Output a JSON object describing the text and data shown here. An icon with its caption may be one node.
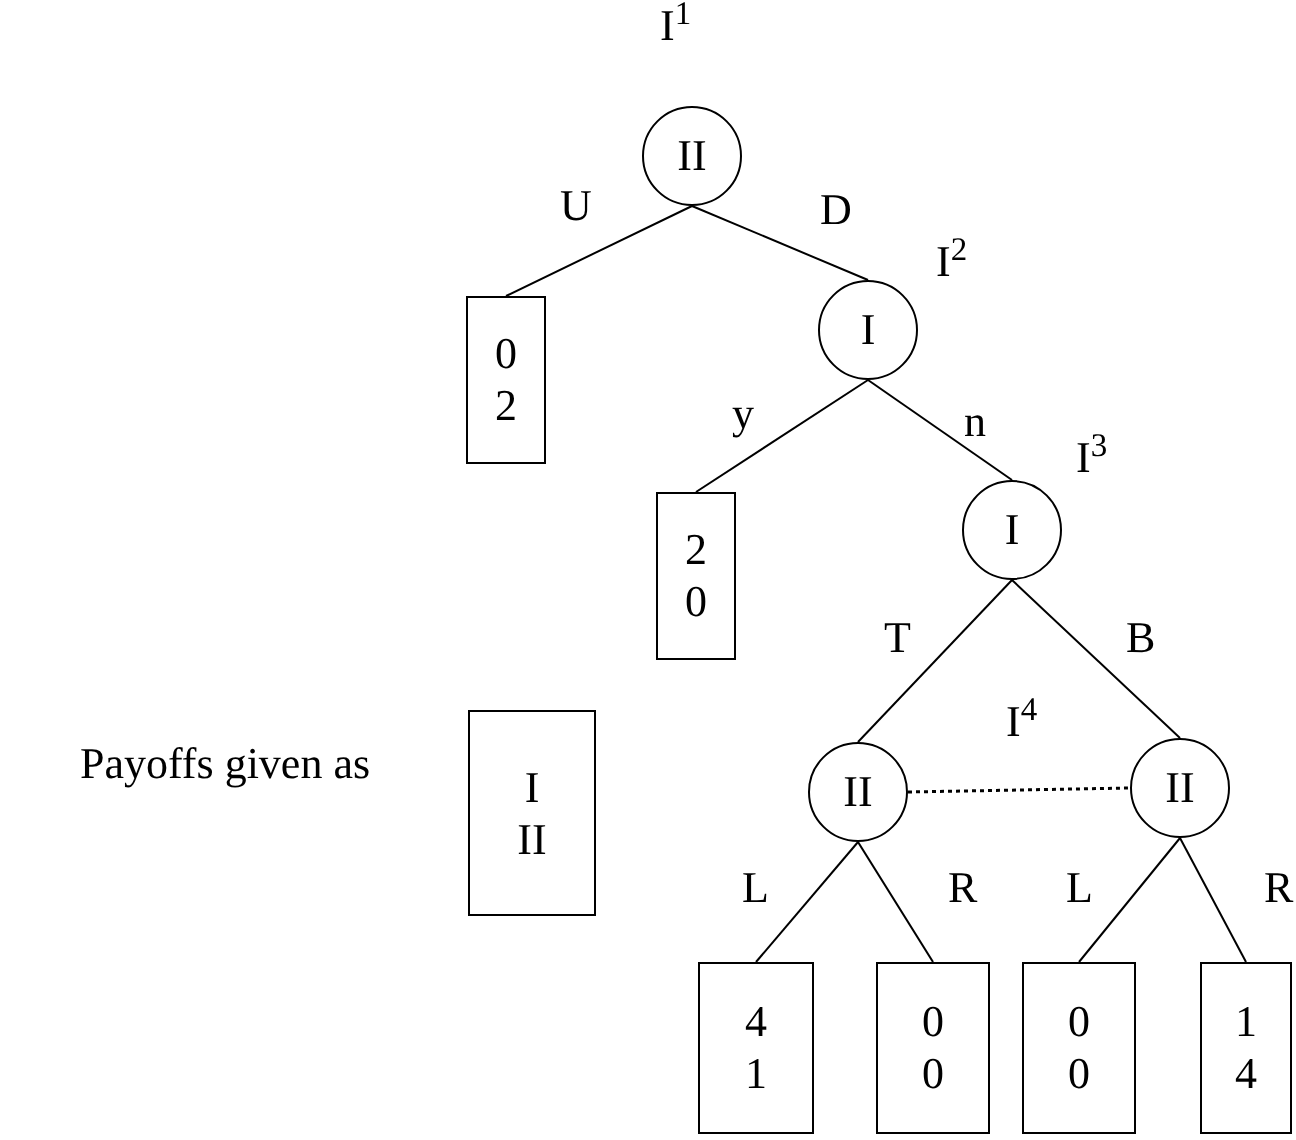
{
  "diagram": {
    "nodes": [
      {
        "text": [
          "II"
        ],
        "beside": [
          "I$^{1}$"
        ]
      },
      {
        "text": [
          "0",
          "2"
        ]
      },
      {
        "text": [
          "I"
        ],
        "beside": [
          "I$^{2}$"
        ]
      },
      {
        "text": [
          "2",
          "0"
        ]
      },
      {
        "text": [
          "I"
        ],
        "beside": [
          "I$^{3}$"
        ]
      },
      {
        "text": [
          "II"
        ]
      },
      {
        "text": [
          "II"
        ]
      },
      {
        "text": [
          "4",
          "1"
        ]
      },
      {
        "text": [
          "0",
          "0"
        ]
      },
      {
        "text": [
          "0",
          "0"
        ]
      },
      {
        "text": [
          "1",
          "4"
        ]
      },
      {
        "text": [
          "I",
          "II"
        ],
        "beside": [
          "Payoffs given as"
        ]
      }
    ],
    "edges": [
      {
        "from": 0,
        "to": 1,
        "arrow": "none",
        "label": "U"
      },
      {
        "from": 0,
        "to": 2,
        "arrow": "none",
        "label": "D"
      },
      {
        "from": 2,
        "to": 3,
        "arrow": "none",
        "label": "y"
      },
      {
        "from": 2,
        "to": 4,
        "arrow": "none",
        "label": "n"
      },
      {
        "from": 4,
        "to": 5,
        "arrow": "none",
        "label": "T"
      },
      {
        "from": 4,
        "to": 6,
        "arrow": "none",
        "label": "B"
      },
      {
        "from": 5,
        "to": 6,
        "arrow": "none",
        "label": "I$^{4}$",
        "style": "dashed"
      },
      {
        "from": 5,
        "to": 7,
        "arrow": "none",
        "label": "L"
      },
      {
        "from": 5,
        "to": 8,
        "arrow": "none",
        "label": "R"
      },
      {
        "from": 6,
        "to": 9,
        "arrow": "none",
        "label": "L"
      },
      {
        "from": 6,
        "to": 10,
        "arrow": "none",
        "label": "R"
      }
    ]
  }
}
